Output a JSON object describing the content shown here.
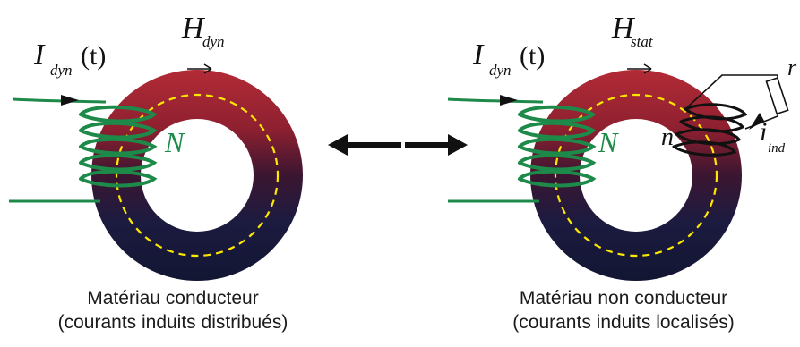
{
  "left_panel": {
    "current": {
      "symbol": "I",
      "subscript": "dyn",
      "suffix": "(t)"
    },
    "field": {
      "symbol": "H",
      "subscript": "dyn"
    },
    "winding": "N",
    "caption": {
      "line1": "Matériau conducteur",
      "line2": "(courants induits distribués)"
    }
  },
  "right_panel": {
    "current": {
      "symbol": "I",
      "subscript": "dyn",
      "suffix": "(t)"
    },
    "field": {
      "symbol": "H",
      "subscript": "stat"
    },
    "winding": "N",
    "secondary_winding": "n",
    "induced_current": {
      "symbol": "i",
      "subscript": "ind"
    },
    "resistor_label": "r",
    "caption": {
      "line1": "Matériau non conducteur",
      "line2": "(courants induits localisés)"
    }
  },
  "colors": {
    "core_top": "#b02a35",
    "core_mid": "#3a1530",
    "core_bottom": "#141838",
    "coil": "#1e8a4a",
    "flux_path": "#ffe800",
    "secondary_coil": "#111111"
  }
}
